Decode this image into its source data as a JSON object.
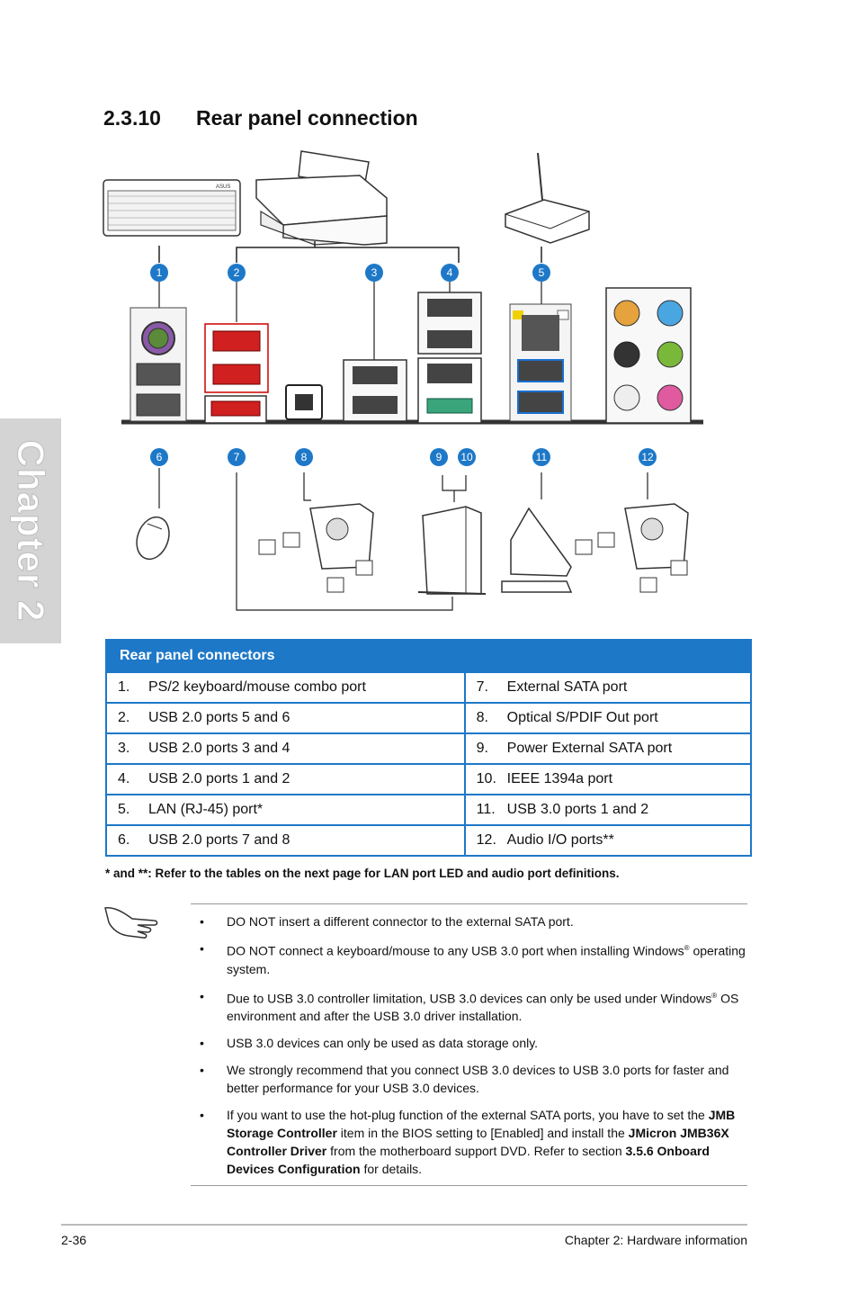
{
  "chapter_tab": "Chapter 2",
  "section": {
    "number": "2.3.10",
    "title": "Rear panel connection"
  },
  "markers": [
    "1",
    "2",
    "3",
    "4",
    "5",
    "6",
    "7",
    "8",
    "9",
    "10",
    "11",
    "12"
  ],
  "device_icons": [
    "keyboard-icon",
    "printer-icon",
    "router-icon",
    "mouse-icon",
    "speaker-set-icon",
    "external-drive-icon",
    "notebook-icon"
  ],
  "colors": {
    "accent": "#1e78c8",
    "usb3": "#1a6fd0",
    "esata": "#d02020",
    "ps2": "#8a5aa8"
  },
  "table": {
    "header": "Rear panel connectors",
    "left": [
      {
        "n": "1.",
        "t": "PS/2 keyboard/mouse combo port"
      },
      {
        "n": "2.",
        "t": "USB 2.0 ports 5 and 6"
      },
      {
        "n": "3.",
        "t": "USB 2.0 ports 3 and 4"
      },
      {
        "n": "4.",
        "t": "USB 2.0 ports 1 and 2"
      },
      {
        "n": "5.",
        "t": "LAN (RJ-45) port*"
      },
      {
        "n": "6.",
        "t": "USB 2.0 ports 7 and 8"
      }
    ],
    "right": [
      {
        "n": "7.",
        "t": "External SATA port"
      },
      {
        "n": "8.",
        "t": "Optical S/PDIF Out port"
      },
      {
        "n": "9.",
        "t": "Power External SATA port"
      },
      {
        "n": "10.",
        "t": "IEEE 1394a port"
      },
      {
        "n": "11.",
        "t": "USB 3.0 ports 1 and 2"
      },
      {
        "n": "12.",
        "t": "Audio I/O ports**"
      }
    ]
  },
  "footnote": "* and **: Refer to the tables on the next page for LAN port LED and audio port definitions.",
  "notes": {
    "n1": "DO NOT insert a different connector to the external SATA port.",
    "n2a": "DO NOT connect a keyboard/mouse to any USB 3.0 port when installing Windows",
    "n2b": "operating system.",
    "n3a": "Due to USB 3.0 controller limitation, USB 3.0 devices can only be used under Windows",
    "n3b": "OS environment and after the USB 3.0 driver installation.",
    "n4": "USB 3.0 devices can only be used as data storage only.",
    "n5": "We strongly recommend that you connect USB 3.0 devices to USB 3.0 ports for faster and better performance for your USB 3.0 devices.",
    "n6a": "If you want to use the hot-plug function of the external SATA ports, you have to set the",
    "n6b": "JMB Storage Controller",
    "n6c": "item in the BIOS setting to [Enabled] and install the",
    "n6d": "JMicron JMB36X Controller Driver",
    "n6e": "from the motherboard support DVD. Refer to section",
    "n6f": "3.5.6 Onboard Devices Configuration",
    "n6g": "for details.",
    "reg": "®",
    "bullet": "•"
  },
  "footer": {
    "page": "2-36",
    "title": "Chapter 2: Hardware information"
  }
}
